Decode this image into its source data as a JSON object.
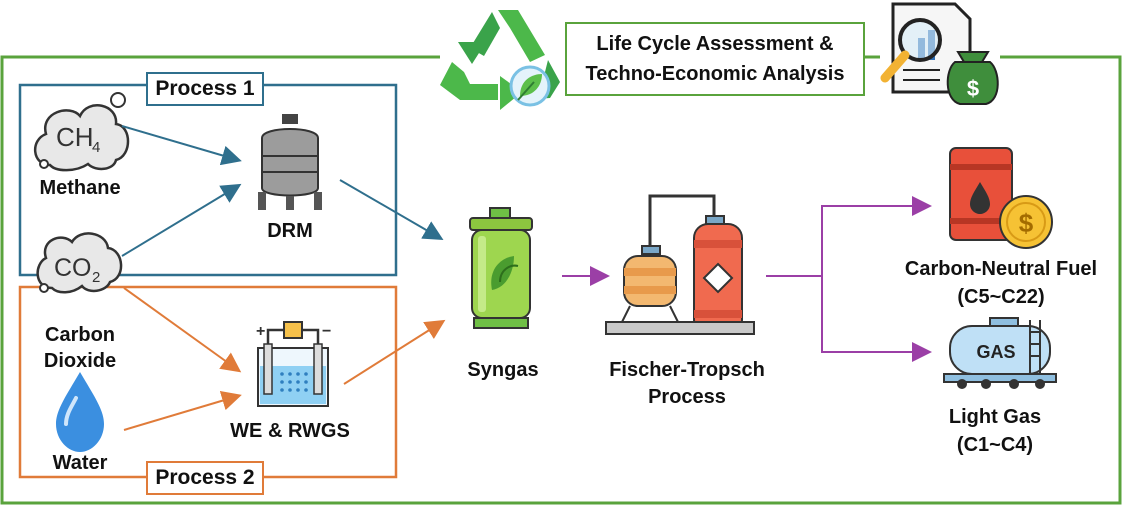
{
  "lca_title": {
    "line1": "Life Cycle Assessment &",
    "line2": "Techno-Economic Analysis"
  },
  "process1": {
    "label": "Process 1"
  },
  "process2": {
    "label": "Process 2"
  },
  "inputs": {
    "methane": {
      "label": "Methane",
      "formula": "CH",
      "subscript": "4"
    },
    "co2": {
      "label_line1": "Carbon",
      "label_line2": "Dioxide",
      "formula": "CO",
      "subscript": "2"
    },
    "water": {
      "label": "Water"
    }
  },
  "units": {
    "drm": {
      "label": "DRM"
    },
    "we_rwgs": {
      "label": "WE & RWGS"
    },
    "syngas": {
      "label": "Syngas"
    },
    "ft": {
      "label_line1": "Fischer-Tropsch",
      "label_line2": "Process"
    }
  },
  "products": {
    "fuel": {
      "label_line1": "Carbon-Neutral Fuel",
      "label_line2": "(C5~C22)"
    },
    "gas": {
      "label_line1": "Light Gas",
      "label_line2": "(C1~C4)",
      "tank_text": "GAS"
    }
  },
  "colors": {
    "outer_border": "#5aa33c",
    "process1": "#2f6f8d",
    "process2": "#e07b39",
    "product_arrows": "#9b3fa6"
  }
}
